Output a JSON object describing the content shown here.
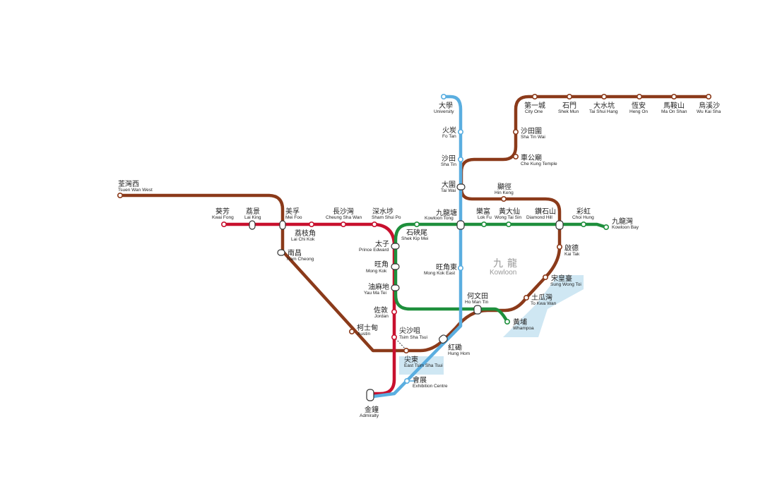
{
  "colors": {
    "tsuen_wan_line": "#c8102e",
    "tuen_ma_line": "#8b3a1a",
    "kwun_tong_line": "#1e8f3c",
    "east_rail_line": "#5aaee0",
    "district_text": "#9a9a9a",
    "zone_fill": "#cfe7f3"
  },
  "district": {
    "zh": "九龍",
    "en": "Kowloon"
  },
  "stations": {
    "university": {
      "zh": "大學",
      "en": "University"
    },
    "fo_tan": {
      "zh": "火炭",
      "en": "Fo Tan"
    },
    "sha_tin": {
      "zh": "沙田",
      "en": "Sha Tin"
    },
    "tai_wai": {
      "zh": "大圍",
      "en": "Tai Wai"
    },
    "kowloon_tong": {
      "zh": "九龍塘",
      "en": "Kowloon Tong"
    },
    "mong_kok_east": {
      "zh": "旺角東",
      "en": "Mong Kok East"
    },
    "hung_hom": {
      "zh": "紅磡",
      "en": "Hung Hom"
    },
    "exhibition_centre": {
      "zh": "會展",
      "en": "Exhibition Centre"
    },
    "admiralty": {
      "zh": "金鐘",
      "en": "Admiralty"
    },
    "city_one": {
      "zh": "第一城",
      "en": "City One"
    },
    "shek_mun": {
      "zh": "石門",
      "en": "Shek Mun"
    },
    "tai_shui_hang": {
      "zh": "大水坑",
      "en": "Tai Shui Hang"
    },
    "heng_on": {
      "zh": "恆安",
      "en": "Heng On"
    },
    "ma_on_shan": {
      "zh": "馬鞍山",
      "en": "Ma On Shan"
    },
    "wu_kai_sha": {
      "zh": "烏溪沙",
      "en": "Wu Kai Sha"
    },
    "sha_tin_wai": {
      "zh": "沙田圍",
      "en": "Sha Tin Wai"
    },
    "che_kung_temple": {
      "zh": "車公廟",
      "en": "Che Kung Temple"
    },
    "hin_keng": {
      "zh": "顯徑",
      "en": "Hin Keng"
    },
    "diamond_hill": {
      "zh": "鑽石山",
      "en": "Diamond Hill"
    },
    "kai_tak": {
      "zh": "啟德",
      "en": "Kai Tak"
    },
    "sung_wong_toi": {
      "zh": "宋皇臺",
      "en": "Sung Wong Toi"
    },
    "to_kwa_wan": {
      "zh": "土瓜灣",
      "en": "To Kwa Wan"
    },
    "ho_man_tin": {
      "zh": "何文田",
      "en": "Ho Man Tin"
    },
    "east_tsim_sha_tsui": {
      "zh": "尖東",
      "en": "East Tsim Sha Tsui"
    },
    "austin": {
      "zh": "柯士甸",
      "en": "Austin"
    },
    "nam_cheong": {
      "zh": "南昌",
      "en": "Nam Cheong"
    },
    "mei_foo": {
      "zh": "美孚",
      "en": "Mei Foo"
    },
    "tsuen_wan_west": {
      "zh": "荃灣西",
      "en": "Tsuen Wan West"
    },
    "kwai_fong": {
      "zh": "葵芳",
      "en": "Kwai Fong"
    },
    "lai_king": {
      "zh": "荔景",
      "en": "Lai King"
    },
    "lai_chi_kok": {
      "zh": "荔枝角",
      "en": "Lai Chi Kok"
    },
    "cheung_sha_wan": {
      "zh": "長沙灣",
      "en": "Cheung Sha Wan"
    },
    "sham_shui_po": {
      "zh": "深水埗",
      "en": "Sham Shui Po"
    },
    "prince_edward": {
      "zh": "太子",
      "en": "Prince Edward"
    },
    "mong_kok": {
      "zh": "旺角",
      "en": "Mong Kok"
    },
    "yau_ma_tei": {
      "zh": "油麻地",
      "en": "Yau Ma Tei"
    },
    "jordan": {
      "zh": "佐敦",
      "en": "Jordan"
    },
    "tsim_sha_tsui": {
      "zh": "尖沙咀",
      "en": "Tsim Sha Tsui"
    },
    "shek_kip_mei": {
      "zh": "石硤尾",
      "en": "Shek Kip Mei"
    },
    "lok_fu": {
      "zh": "樂富",
      "en": "Lok Fu"
    },
    "wong_tai_sin": {
      "zh": "黃大仙",
      "en": "Wong Tai Sin"
    },
    "choi_hung": {
      "zh": "彩虹",
      "en": "Choi Hung"
    },
    "kowloon_bay": {
      "zh": "九龍灣",
      "en": "Kowloon Bay"
    },
    "whampoa": {
      "zh": "黃埔",
      "en": "Whampoa"
    }
  }
}
